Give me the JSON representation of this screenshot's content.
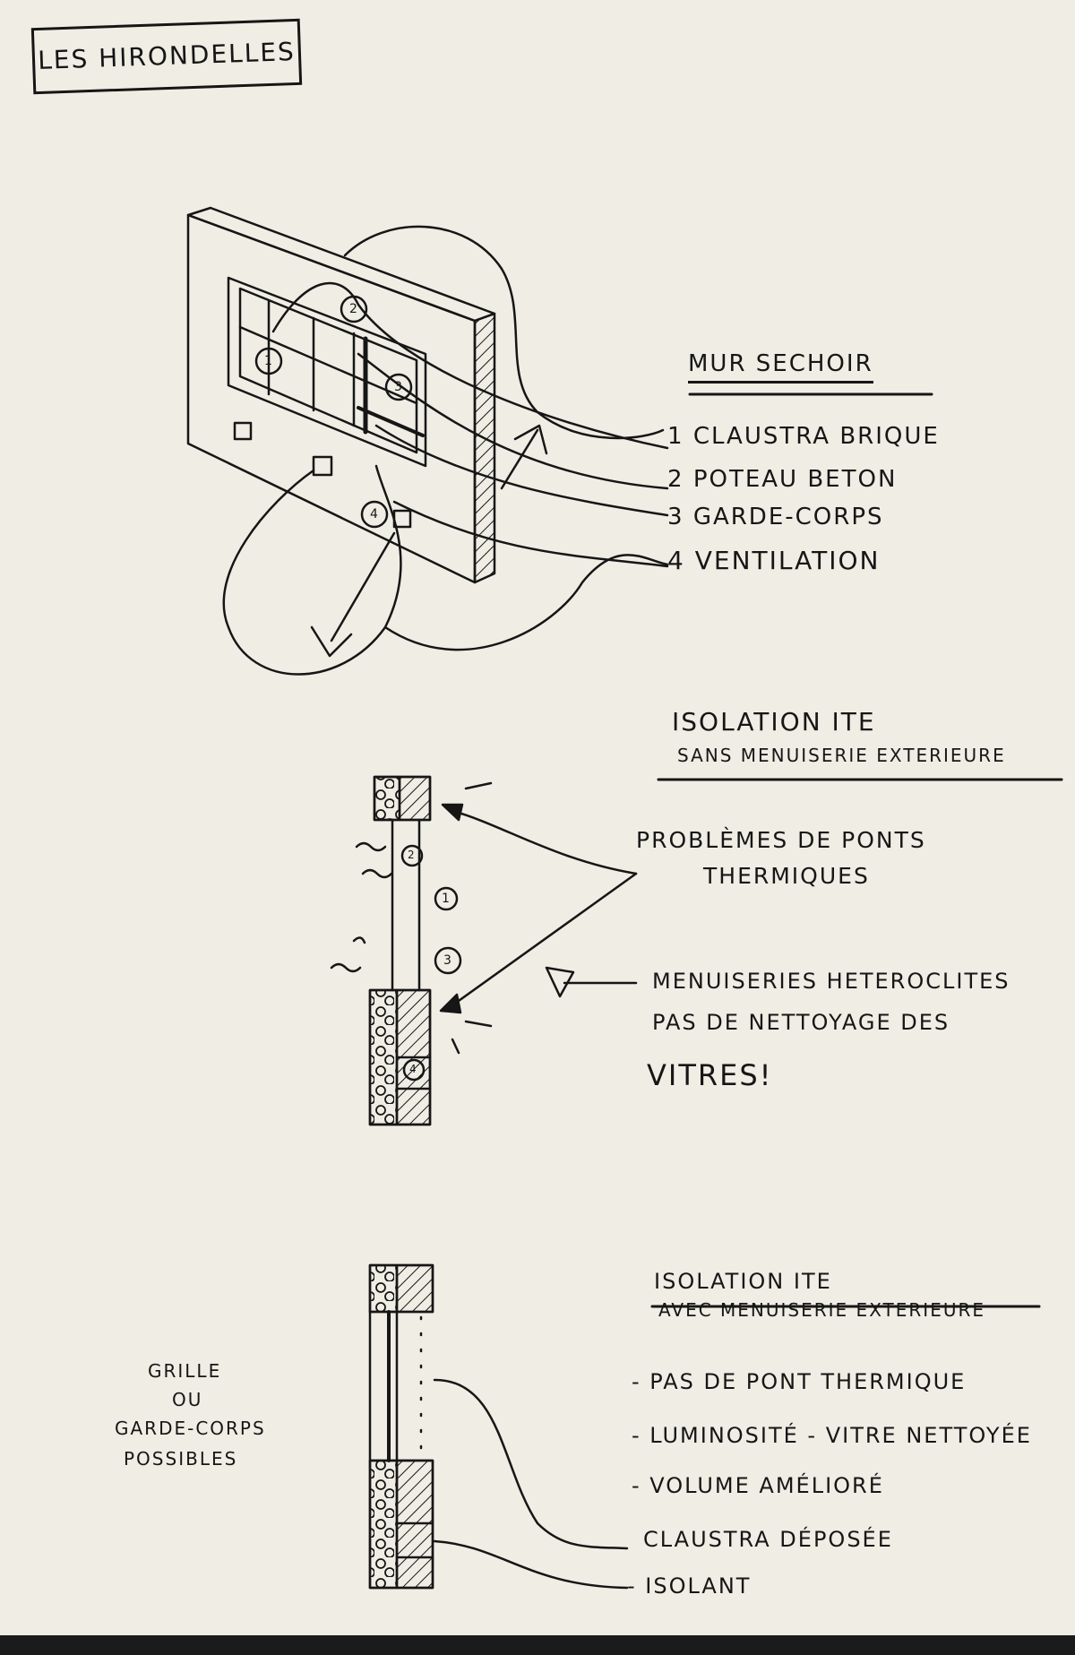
{
  "title": "Les hirondelles",
  "sketch1": {
    "heading": "Mur sechoir",
    "legend": [
      {
        "num": "1",
        "label": "Claustra brique"
      },
      {
        "num": "2",
        "label": "Poteau beton"
      },
      {
        "num": "3",
        "label": "Garde-corps"
      },
      {
        "num": "4",
        "label": "Ventilation"
      }
    ],
    "markers": [
      "1",
      "2",
      "3",
      "4"
    ]
  },
  "sketch2": {
    "heading": "Isolation ITE",
    "subheading": "sans menuiserie exterieure",
    "note1_line1": "Problèmes de ponts",
    "note1_line2": "thermiques",
    "note2_line1": "Menuiseries heteroclites",
    "note2_line2": "pas de nettoyage des",
    "note2_line3": "vitres!",
    "markers": [
      "2",
      "1",
      "3",
      "4"
    ]
  },
  "sketch3": {
    "heading": "Isolation ITE",
    "subheading": "avec menuiserie exterieure",
    "side_line1": "Grille",
    "side_line2": "ou",
    "side_line3": "garde-corps",
    "side_line4": "possibles",
    "bullets": [
      "- Pas de pont thermique",
      "- Luminosité - vitre nettoyée",
      "- Volume amélioré"
    ],
    "callout1": "Claustra déposée",
    "callout2": "- Isolant"
  }
}
